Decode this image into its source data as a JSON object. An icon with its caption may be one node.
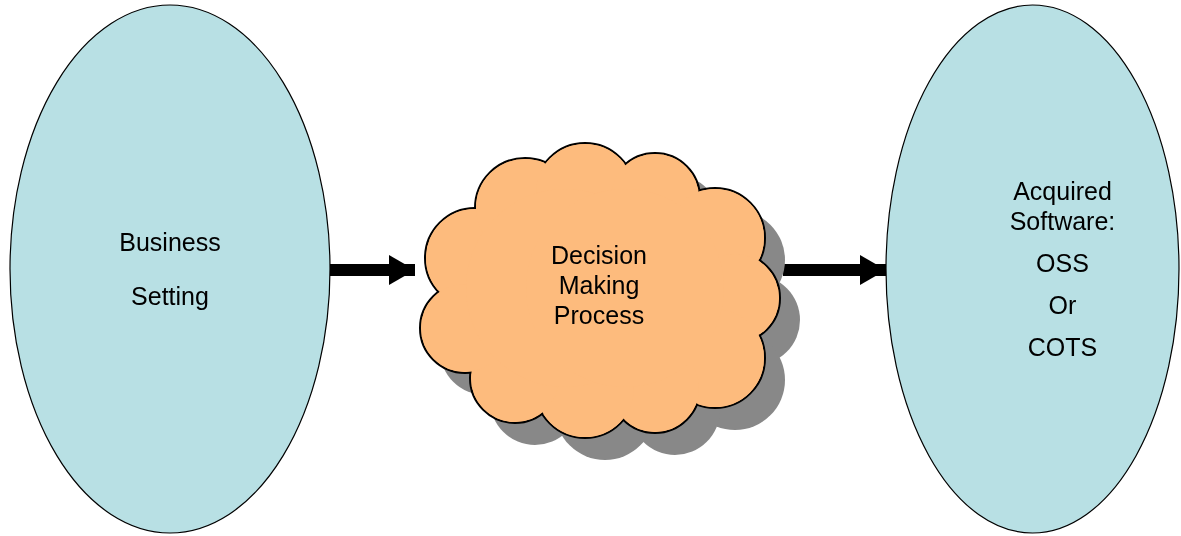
{
  "diagram": {
    "nodes": [
      {
        "text": [
          "Business",
          "Setting"
        ]
      },
      {
        "text": [
          "Decision Making Process"
        ]
      },
      {
        "text": [
          "Acquired Software:",
          "OSS",
          "Or",
          "COTS"
        ]
      }
    ],
    "edges": [
      {
        "from": 0,
        "to": 1,
        "arrow": "to"
      },
      {
        "from": 1,
        "to": 2,
        "arrow": "to"
      }
    ]
  }
}
